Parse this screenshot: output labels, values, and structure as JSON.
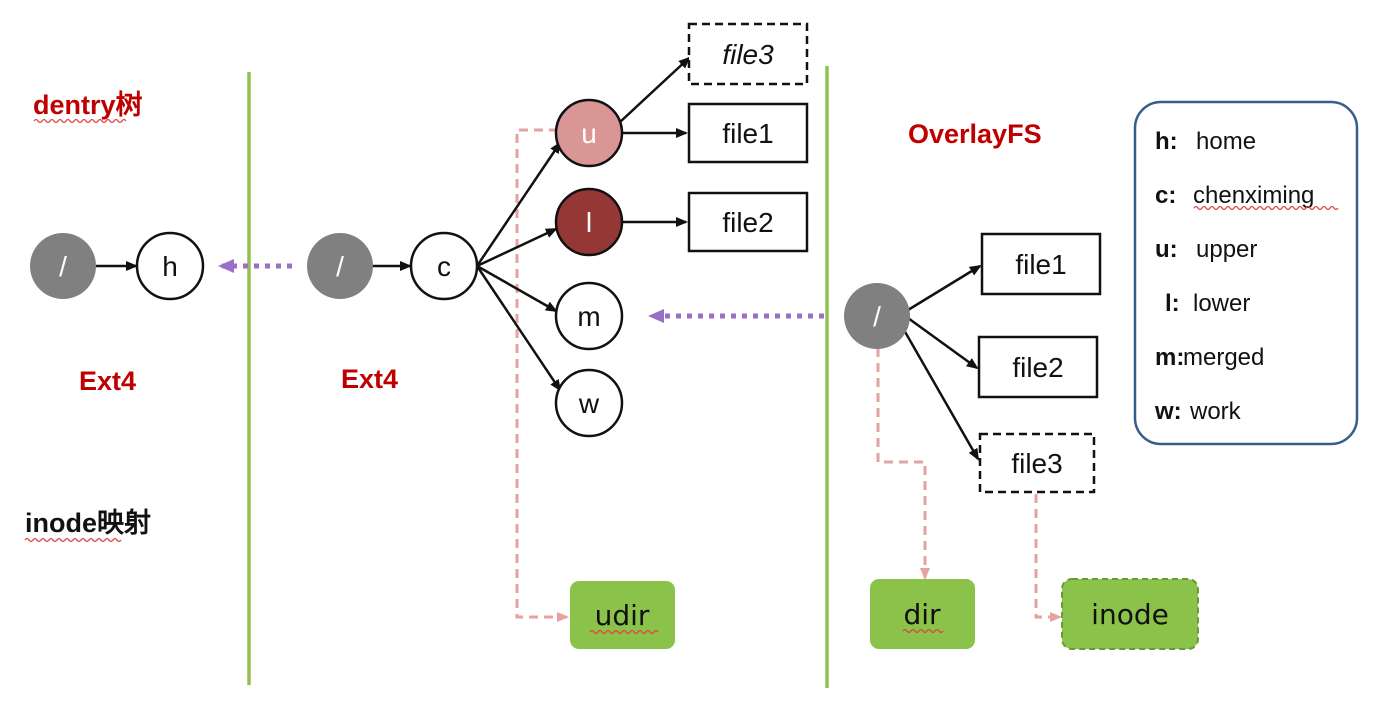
{
  "labels": {
    "dentry": "dentry树",
    "inode_map": "inode映射",
    "ext4_left": "Ext4",
    "ext4_mid": "Ext4",
    "overlayfs": "OverlayFS"
  },
  "left_tree": {
    "root": "/",
    "home": "h"
  },
  "mid_tree": {
    "root": "/",
    "c": "c",
    "u": "u",
    "l": "l",
    "m": "m",
    "w": "w",
    "file3": "file3",
    "file1": "file1",
    "file2": "file2",
    "udir": "udir"
  },
  "overlay_tree": {
    "root": "/",
    "file1": "file1",
    "file2": "file2",
    "file3": "file3",
    "dir": "dir",
    "inode": "inode"
  },
  "legend": [
    {
      "key": "h:",
      "value": "home"
    },
    {
      "key": "c:",
      "value": "chenximing"
    },
    {
      "key": "u:",
      "value": "upper"
    },
    {
      "key": "l:",
      "value": "lower"
    },
    {
      "key": "m:",
      "value": "merged"
    },
    {
      "key": "w:",
      "value": "work"
    }
  ],
  "colors": {
    "separator": "#92c050",
    "root_node": "#808080",
    "upper_node": "#d99694",
    "lower_node": "#953735",
    "green_box": "#8bc34a",
    "pink_dashed": "#e6a1a1",
    "purple_dotted": "#9a6fc4",
    "red_label": "#c00000",
    "legend_border": "#385d8a"
  }
}
